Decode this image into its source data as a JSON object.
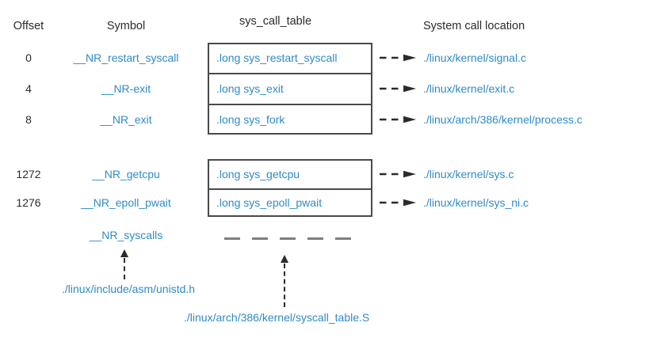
{
  "header": {
    "offset": "Offset",
    "symbol": "Symbol",
    "table": "sys_call_table",
    "location": "System call location"
  },
  "rows": [
    {
      "offset": "0",
      "symbol": "__NR_restart_syscall",
      "entry": ".long sys_restart_syscall",
      "location": "./linux/kernel/signal.c"
    },
    {
      "offset": "4",
      "symbol": "__NR-exit",
      "entry": ".long sys_exit",
      "location": "./linux/kernel/exit.c"
    },
    {
      "offset": "8",
      "symbol": "__NR_exit",
      "entry": ".long sys_fork",
      "location": "./linux/arch/386/kernel/process.c"
    },
    {
      "offset": "1272",
      "symbol": "__NR_getcpu",
      "entry": ".long sys_getcpu",
      "location": "./linux/kernel/sys.c"
    },
    {
      "offset": "1276",
      "symbol": "__NR_epoll_pwait",
      "entry": ".long sys_epoll_pwait",
      "location": "./linux/kernel/sys_ni.c"
    }
  ],
  "footer": {
    "syscalls_symbol": "__NR_syscalls",
    "unistd_label": "./linux/include/asm/unistd.h",
    "table_s_label": "./linux/arch/386/kernel/syscall_table.S"
  },
  "colors": {
    "accent_blue": "#2e8bc8",
    "text_dark": "#2b2b2b",
    "line_dark": "#4a4a4a",
    "dash_gray": "#7f7f7f",
    "background": "#ffffff"
  }
}
